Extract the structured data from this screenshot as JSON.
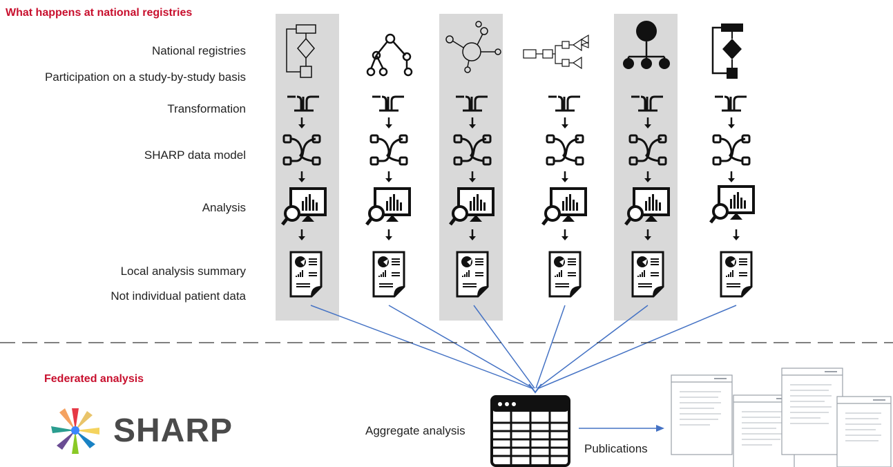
{
  "section_top": {
    "title": "What happens at national registries"
  },
  "row_labels": [
    "National registries",
    "Participation on a study-by-study basis",
    "Transformation",
    "SHARP data model",
    "Analysis",
    "Local analysis summary",
    "Not individual patient data"
  ],
  "section_bottom": {
    "title": "Federated analysis"
  },
  "logo": {
    "text": "SHARP"
  },
  "aggregate": {
    "label": "Aggregate analysis"
  },
  "publications": {
    "label": "Publications"
  },
  "columns": [
    {
      "registry_icon": "flowchart-icon",
      "shaded": true
    },
    {
      "registry_icon": "tree-network-icon",
      "shaded": false
    },
    {
      "registry_icon": "hub-network-icon",
      "shaded": true
    },
    {
      "registry_icon": "branching-diagram-icon",
      "shaded": false
    },
    {
      "registry_icon": "hierarchy-icon",
      "shaded": true
    },
    {
      "registry_icon": "flowchart-filled-icon",
      "shaded": false
    }
  ],
  "colors": {
    "accent": "#c8102e",
    "arrow": "#4472c4",
    "shade": "#d9d9d9"
  }
}
